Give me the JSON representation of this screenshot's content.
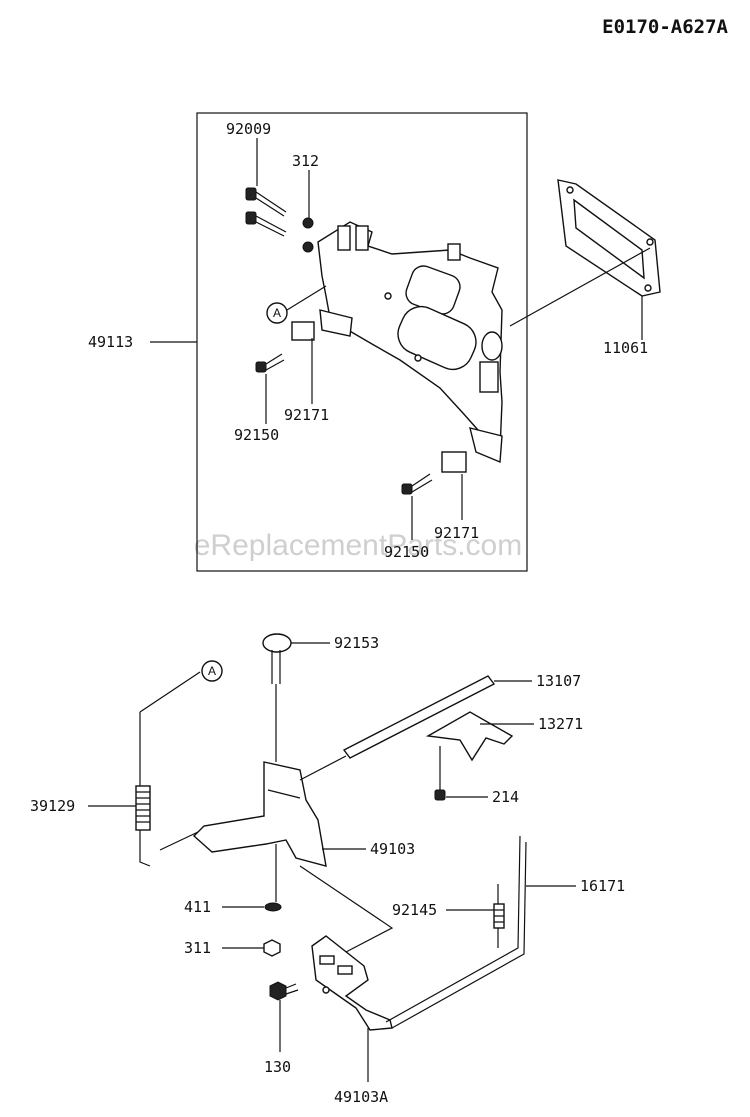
{
  "diagram_code": "E0170-A627A",
  "watermark": "eReplacementParts.com",
  "callout_ref": "A",
  "labels": {
    "p92009": "92009",
    "p312": "312",
    "p49113": "49113",
    "p11061": "11061",
    "p92150a": "92150",
    "p92171a": "92171",
    "p92171b": "92171",
    "p92150b": "92150",
    "p92153": "92153",
    "p13107": "13107",
    "p13271": "13271",
    "p39129": "39129",
    "p214": "214",
    "p49103": "49103",
    "p411": "411",
    "p92145": "92145",
    "p16171": "16171",
    "p311": "311",
    "p130": "130",
    "p49103A": "49103A"
  }
}
